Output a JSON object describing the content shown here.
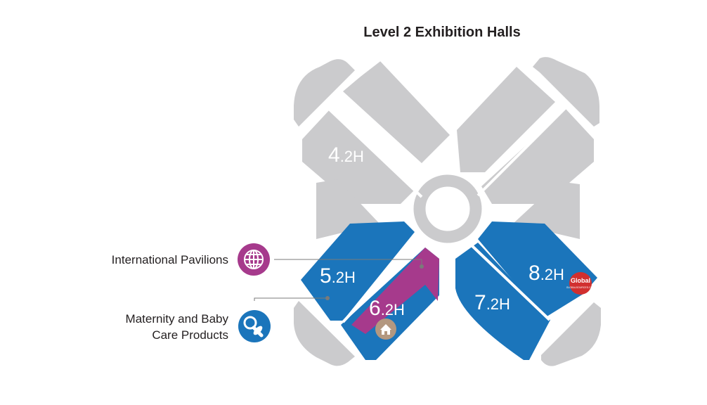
{
  "title": "Level 2  Exhibition Halls",
  "colors": {
    "inactive_hall": "#cbcbcd",
    "active_hall": "#1b75bb",
    "highlight_zone": "#a63a8c",
    "home_badge": "#b39880",
    "leader_line": "#7a7a7a"
  },
  "halls": {
    "h4": {
      "number": "4",
      "suffix": ".2H"
    },
    "h5": {
      "number": "5",
      "suffix": ".2H"
    },
    "h6": {
      "number": "6",
      "suffix": ".2H"
    },
    "h7": {
      "number": "7",
      "suffix": ".2H"
    },
    "h8": {
      "number": "8",
      "suffix": ".2H"
    }
  },
  "legend": {
    "international": {
      "label": "International Pavilions",
      "icon": "globe-icon"
    },
    "maternity": {
      "label_line1": "Maternity and Baby",
      "label_line2": "Care Products",
      "icon": "pacifier-icon"
    }
  },
  "badges": {
    "home": {
      "icon": "home-icon"
    },
    "global_logo": {
      "text_main": "Global",
      "text_sub": "GLOBALSOURCES.COM"
    }
  }
}
